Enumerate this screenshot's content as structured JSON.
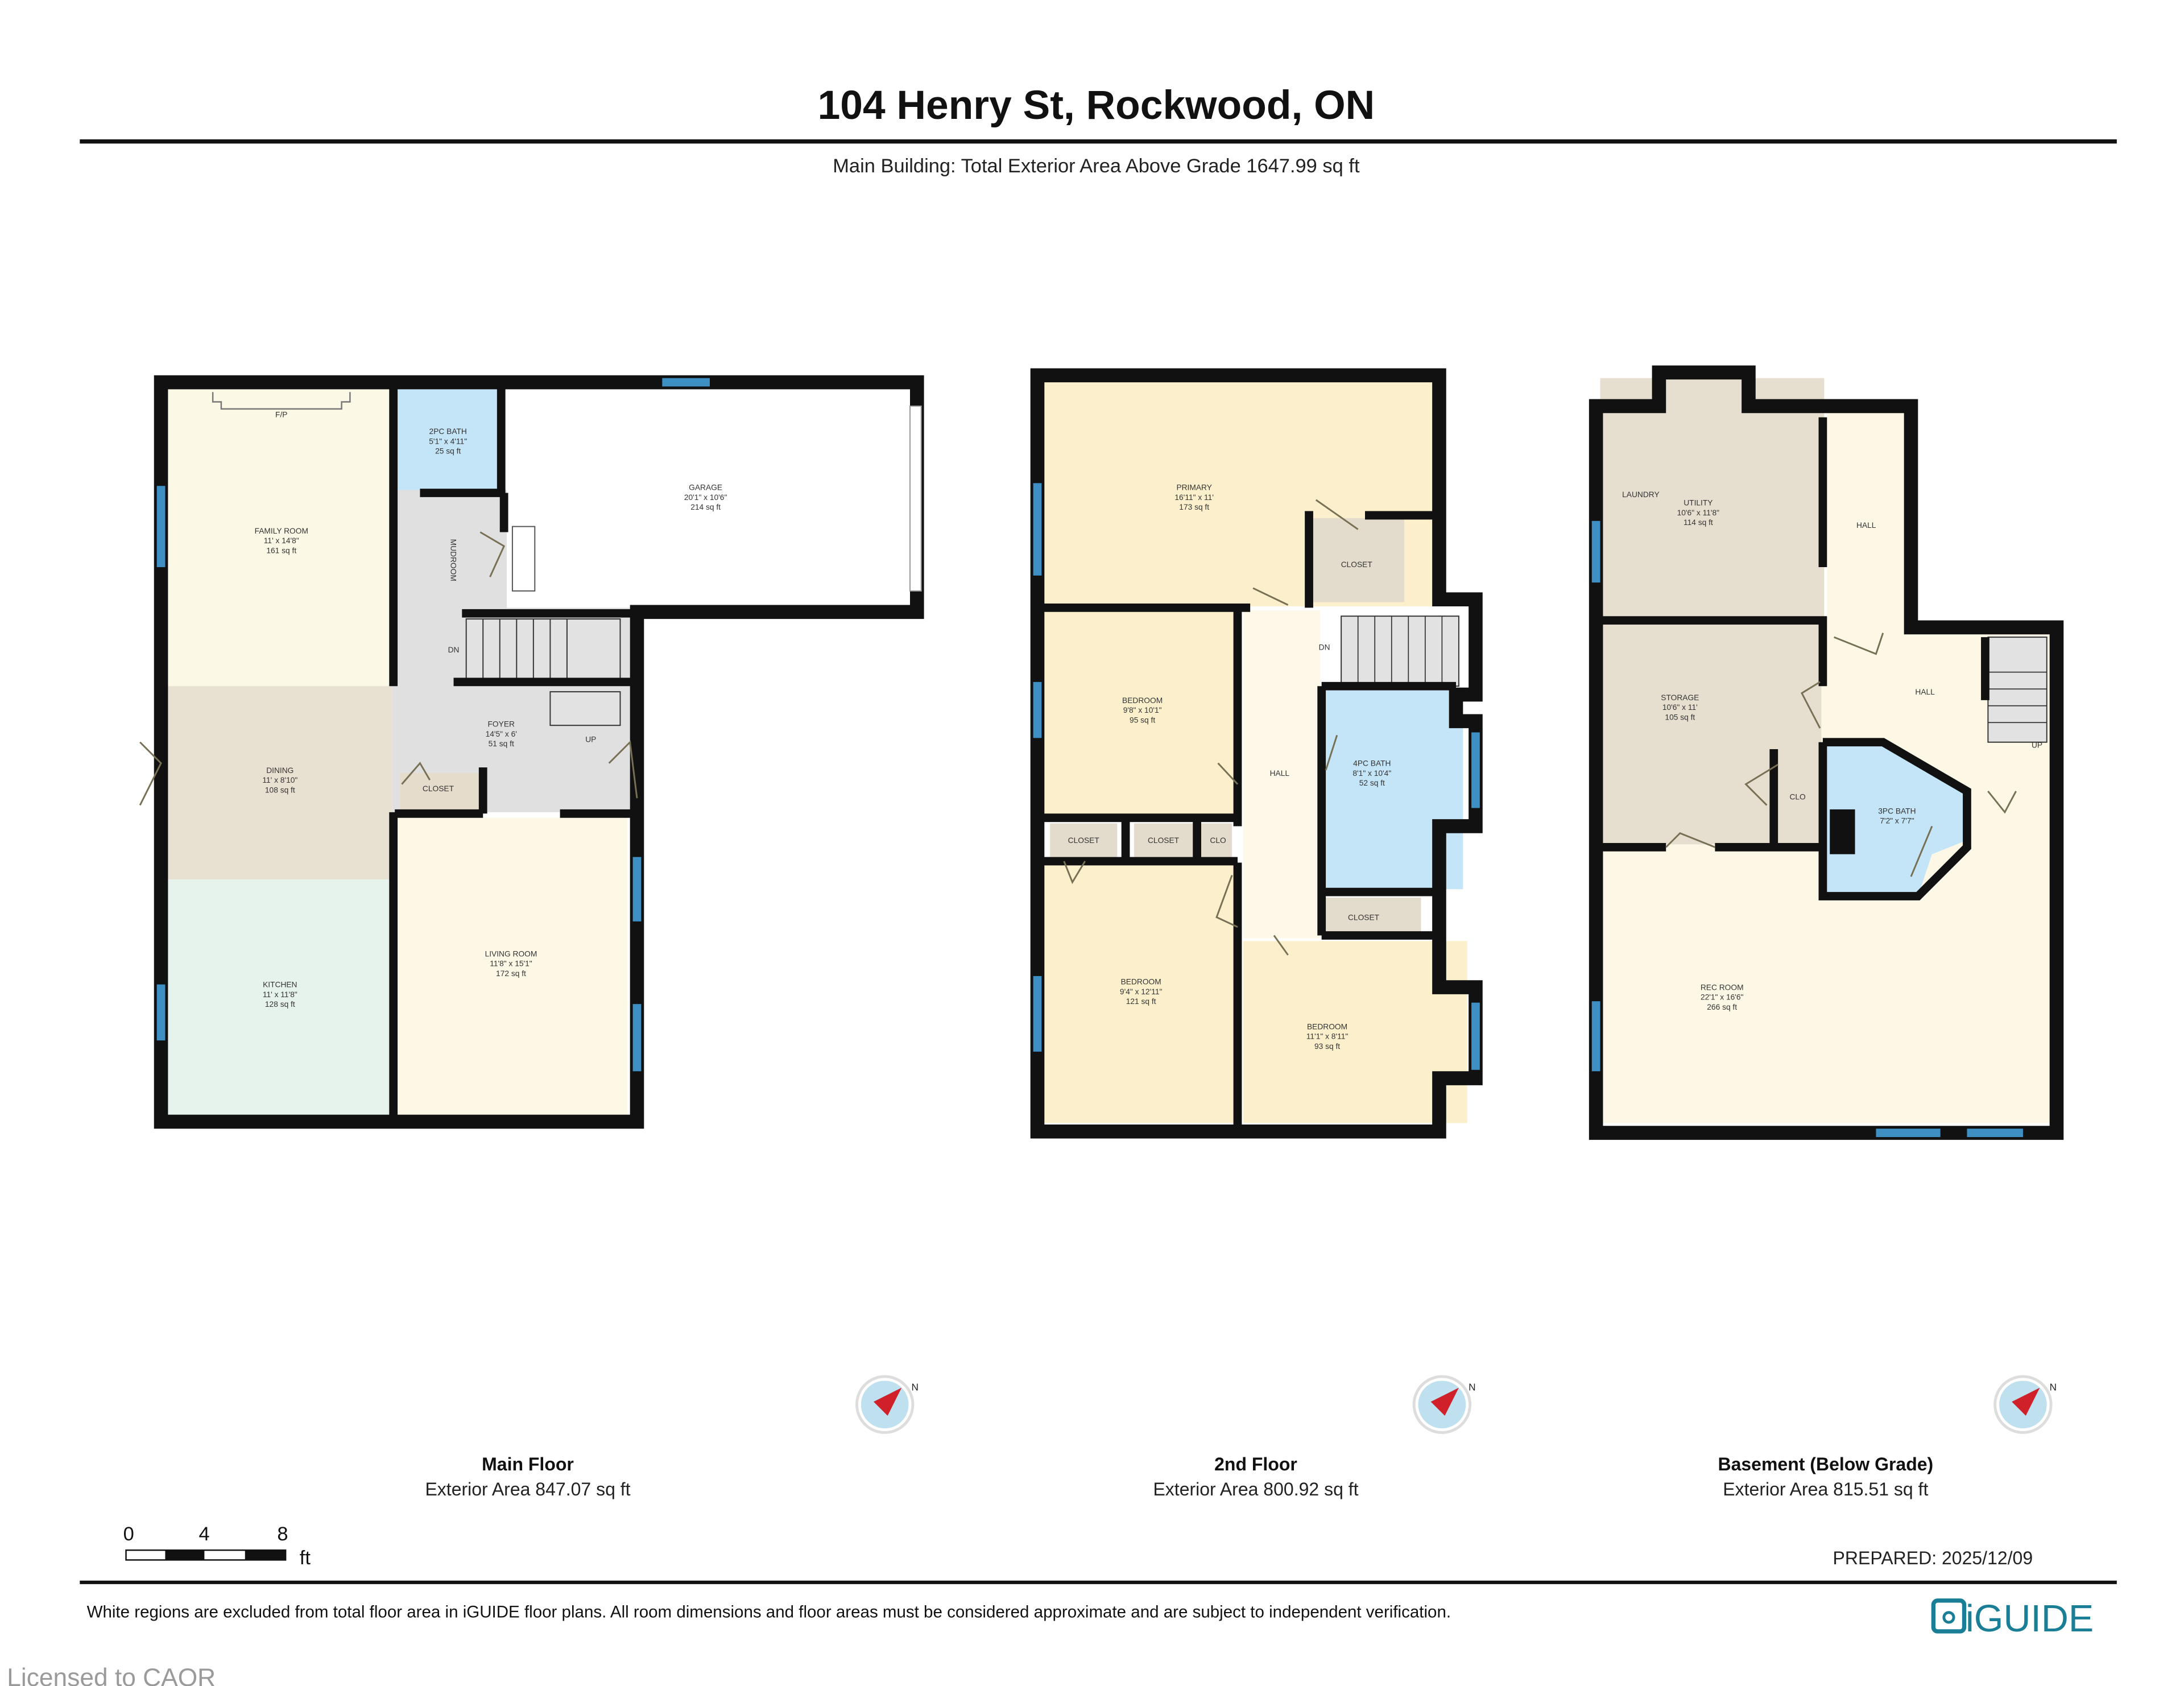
{
  "header": {
    "title": "104 Henry St, Rockwood, ON",
    "subtitle": "Main Building: Total Exterior Area Above Grade 1647.99 sq ft"
  },
  "colors": {
    "wall": "#111111",
    "window": "#3d8fc4",
    "bath": "#c4e4f7",
    "living": "#fdf8e6",
    "dining_storage": "#e6dfd0",
    "kitchen": "#e6f2ec",
    "hall_grey": "#e0e0e0",
    "logo": "#1a7f96",
    "compass_needle": "#d0202a"
  },
  "floors": [
    {
      "name": "Main Floor",
      "area": "Exterior Area 847.07 sq ft",
      "rooms": [
        {
          "name": "FAMILY ROOM",
          "dims": "11' x 14'8\"",
          "area": "161 sq ft"
        },
        {
          "name": "2PC BATH",
          "dims": "5'1\" x 4'11\"",
          "area": "25 sq ft"
        },
        {
          "name": "GARAGE",
          "dims": "20'1\" x 10'6\"",
          "area": "214 sq ft"
        },
        {
          "name": "MUDROOM"
        },
        {
          "name": "FOYER",
          "dims": "14'5\" x 6'",
          "area": "51 sq ft"
        },
        {
          "name": "CLOSET"
        },
        {
          "name": "DINING",
          "dims": "11' x 8'10\"",
          "area": "108 sq ft"
        },
        {
          "name": "KITCHEN",
          "dims": "11' x 11'8\"",
          "area": "128 sq ft"
        },
        {
          "name": "LIVING ROOM",
          "dims": "11'8\" x 15'1\"",
          "area": "172 sq ft"
        }
      ],
      "marks": {
        "fireplace": "F/P",
        "down": "DN",
        "up": "UP"
      }
    },
    {
      "name": "2nd Floor",
      "area": "Exterior Area 800.92 sq ft",
      "rooms": [
        {
          "name": "PRIMARY",
          "dims": "16'11\" x 11'",
          "area": "173 sq ft"
        },
        {
          "name": "CLOSET"
        },
        {
          "name": "BEDROOM",
          "dims": "9'8\" x 10'1\"",
          "area": "95 sq ft"
        },
        {
          "name": "HALL"
        },
        {
          "name": "4PC BATH",
          "dims": "8'1\" x 10'4\"",
          "area": "52 sq ft"
        },
        {
          "name": "CLOSET"
        },
        {
          "name": "CLOSET"
        },
        {
          "name": "CLO"
        },
        {
          "name": "CLOSET"
        },
        {
          "name": "BEDROOM",
          "dims": "9'4\" x 12'11\"",
          "area": "121 sq ft"
        },
        {
          "name": "BEDROOM",
          "dims": "11'1\" x 8'11\"",
          "area": "93 sq ft"
        }
      ],
      "marks": {
        "down": "DN"
      }
    },
    {
      "name": "Basement (Below Grade)",
      "area": "Exterior Area 815.51 sq ft",
      "rooms": [
        {
          "name": "LAUNDRY"
        },
        {
          "name": "UTILITY",
          "dims": "10'6\" x 11'8\"",
          "area": "114 sq ft"
        },
        {
          "name": "HALL"
        },
        {
          "name": "STORAGE",
          "dims": "10'6\" x 11'",
          "area": "105 sq ft"
        },
        {
          "name": "HALL"
        },
        {
          "name": "CLO"
        },
        {
          "name": "3PC BATH",
          "dims": "7'2\" x 7'7\""
        },
        {
          "name": "REC ROOM",
          "dims": "22'1\" x 16'6\"",
          "area": "266 sq ft"
        }
      ],
      "marks": {
        "up": "UP"
      }
    }
  ],
  "compass": {
    "label": "N",
    "icon": "compass-icon"
  },
  "scale_bar": {
    "ticks": [
      "0",
      "4",
      "8"
    ],
    "unit": "ft"
  },
  "footer": {
    "prepared": "PREPARED: 2025/12/09",
    "disclaimer": "White regions are excluded from total floor area in iGUIDE floor plans. All room dimensions and floor areas must be considered approximate and are subject to independent verification.",
    "logo_text": "iGUIDE",
    "watermark": "Licensed to CAOR"
  }
}
